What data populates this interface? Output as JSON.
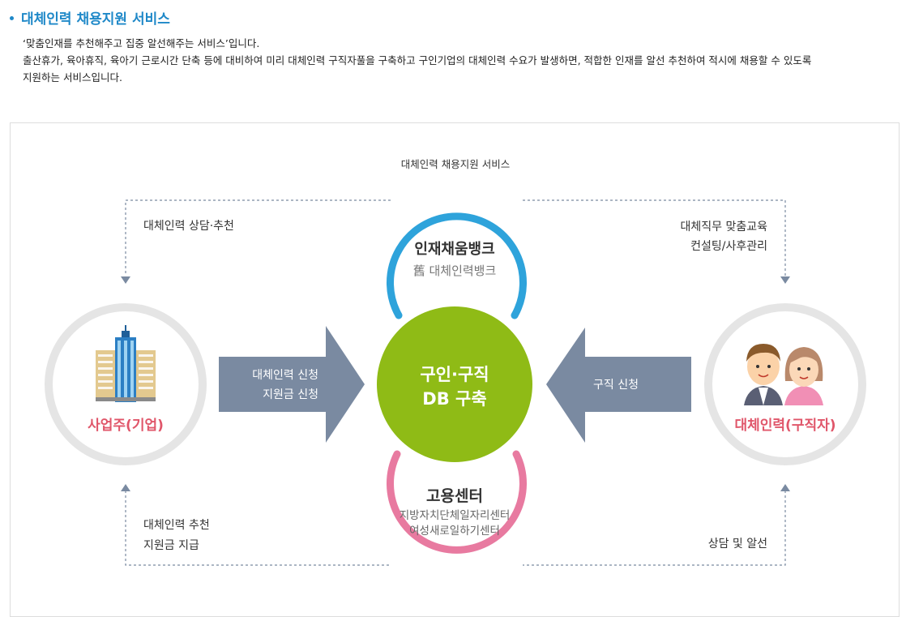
{
  "header": {
    "title": "대체인력 채용지원 서비스",
    "lines": [
      "‘맞춤인재를 추천해주고 집중 알선해주는 서비스’입니다.",
      "출산휴가, 육아휴직, 육아기 근로시간 단축 등에 대비하여 미리 대체인력 구직자풀을 구축하고 구인기업의 대체인력 수요가 발생하면, 적합한 인재를 알선 추천하여 적시에 채용할 수 있도록",
      "지원하는 서비스입니다."
    ]
  },
  "diagram": {
    "top_label": "대체인력 채용지원 서비스",
    "top_left_label": "대체인력 상담·추천",
    "top_right_label": [
      "대체직무 맞춤교육",
      "컨설팅/사후관리"
    ],
    "bottom_left_label": [
      "대체인력 추천",
      "지원금 지급"
    ],
    "bottom_right_label": "상담 및 알선",
    "employer": "사업주(기업)",
    "jobseeker": "대체인력(구직자)",
    "left_arrow": [
      "대체인력 신청",
      "지원금 신청"
    ],
    "right_arrow": "구직 신청",
    "center": [
      "구인·구직",
      "DB 구축"
    ],
    "bank": {
      "title": "인재채움뱅크",
      "sub": "舊 대체인력뱅크"
    },
    "employment_center": {
      "title": "고용센터",
      "sub": [
        "지방자치단체일자리센터",
        "여성새로일하기센터"
      ]
    },
    "colors": {
      "accent": "#1e88c8",
      "bank_ring": "#2ea3db",
      "center_ring": "#e87aa0",
      "center_fill": "#8fbb16",
      "arrow": "#7a8aa1",
      "node_ring": "#e5e5e5",
      "node_label": "#e0566a",
      "dashed": "#7a8aa1"
    }
  }
}
